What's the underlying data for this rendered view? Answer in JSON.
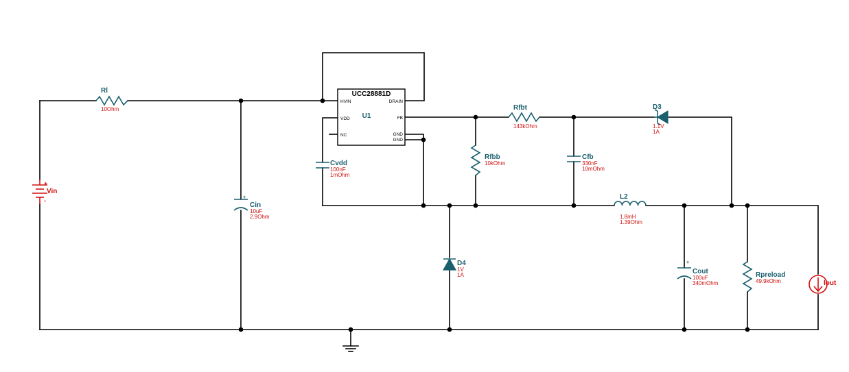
{
  "components": {
    "rl": {
      "ref": "Rl",
      "value": "10Ohm"
    },
    "vin": {
      "ref": "Vin"
    },
    "cin": {
      "ref": "Cin",
      "value1": "10uF",
      "value2": "2.9Ohm"
    },
    "u1": {
      "part": "UCC28881D",
      "ref": "U1",
      "pins": {
        "hvin": "HVIN",
        "drain": "DRAIN",
        "vdd": "VDD",
        "fb": "FB",
        "nc": "NC",
        "gnd1": "GND",
        "gnd2": "GND"
      }
    },
    "cvdd": {
      "ref": "Cvdd",
      "value1": "100nF",
      "value2": "1mOhm"
    },
    "rfbt": {
      "ref": "Rfbt",
      "value": "143kOhm"
    },
    "rfbb": {
      "ref": "Rfbb",
      "value": "10kOhm"
    },
    "cfb": {
      "ref": "Cfb",
      "value1": "330nF",
      "value2": "10mOhm"
    },
    "d3": {
      "ref": "D3",
      "value1": "1.1V",
      "value2": "1A"
    },
    "l2": {
      "ref": "L2",
      "value1": "1.8mH",
      "value2": "1.39Ohm"
    },
    "d4": {
      "ref": "D4",
      "value1": "1V",
      "value2": "1A"
    },
    "cout": {
      "ref": "Cout",
      "value1": "100uF",
      "value2": "340mOhm"
    },
    "rpreload": {
      "ref": "Rpreload",
      "value": "49.9kOhm"
    },
    "iout": {
      "ref": "Iout"
    }
  },
  "colors": {
    "wire": "#000000",
    "component": "#1a5f6e",
    "source": "#d01010"
  }
}
